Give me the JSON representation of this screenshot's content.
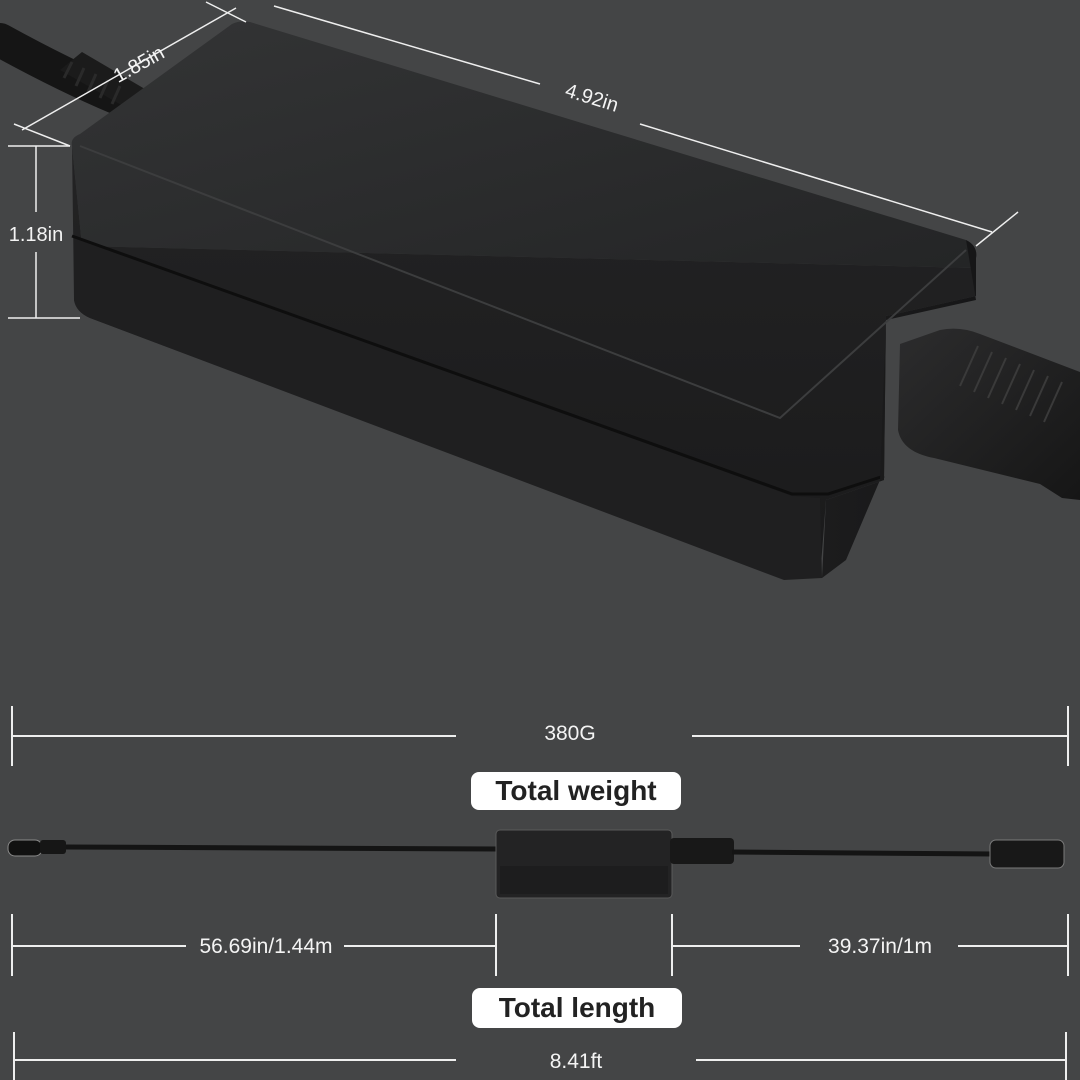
{
  "colors": {
    "background": "#444546",
    "dimension_line": "#eeeeee",
    "label_text": "#f4f4f4",
    "adapter_body": "#262627",
    "pill_background": "#ffffff",
    "pill_text": "#222222"
  },
  "adapter_dimensions": {
    "width": "1.85in",
    "length": "4.92in",
    "height": "1.18in"
  },
  "weight": {
    "value": "380G",
    "label": "Total weight"
  },
  "cable": {
    "dc_cable_length": "56.69in/1.44m",
    "ac_cable_length": "39.37in/1m",
    "total_length_label": "Total length",
    "total_length_value": "8.41ft"
  }
}
